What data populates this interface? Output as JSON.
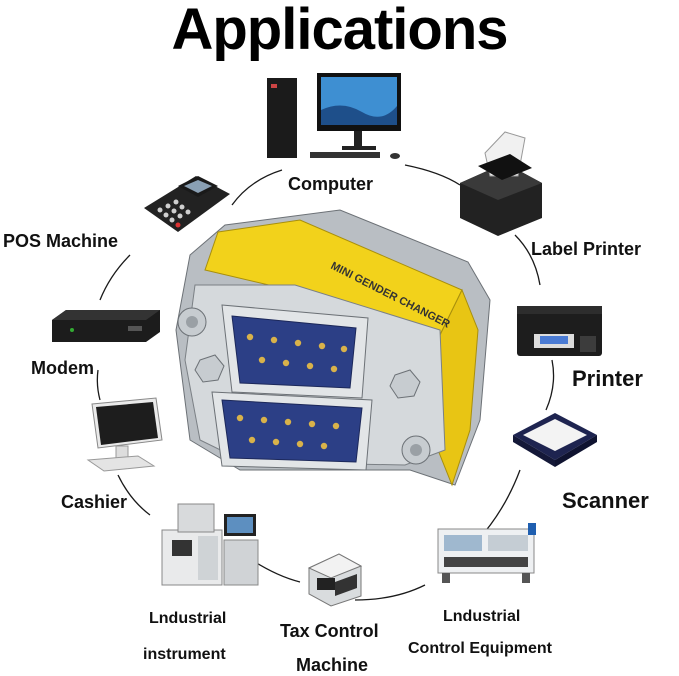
{
  "title": "Applications",
  "center": {
    "adapter_text": "MINI GENDER CHANGER"
  },
  "applications": [
    {
      "id": "computer",
      "label": "Computer"
    },
    {
      "id": "label-printer",
      "label": "Label Printer"
    },
    {
      "id": "printer",
      "label": "Printer"
    },
    {
      "id": "scanner",
      "label": "Scanner"
    },
    {
      "id": "industrial-control",
      "label_line1": "Lndustrial",
      "label_line2": "Control Equipment"
    },
    {
      "id": "tax-control",
      "label_line1": "Tax Control",
      "label_line2": "Machine"
    },
    {
      "id": "industrial-instrument",
      "label_line1": "Lndustrial",
      "label_line2": "instrument"
    },
    {
      "id": "cashier",
      "label": "Cashier"
    },
    {
      "id": "modem",
      "label": "Modem"
    },
    {
      "id": "pos",
      "label": "POS Machine"
    }
  ],
  "colors": {
    "adapter_yellow": "#f2d21b",
    "connector_blue": "#2c3f86",
    "metal": "#c9cdd1"
  }
}
